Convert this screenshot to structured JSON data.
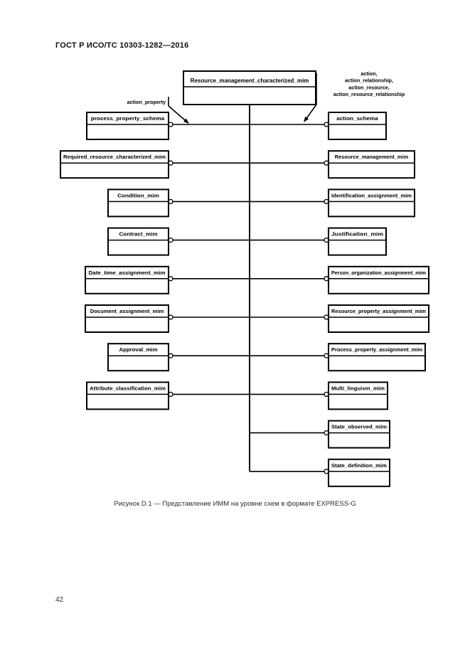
{
  "page": {
    "header": "ГОСТ Р ИСО/ТС 10303-1282—2016",
    "caption": "Рисунок D.1 — Представление ИММ на уровне схем в формате EXPRESS-G",
    "page_number": "42"
  },
  "colors": {
    "ink": "#000000",
    "paper": "#ffffff"
  },
  "diagram": {
    "type": "expressg-schema-diagram",
    "root_box": "Resource_management_characterized_mim",
    "left_annotation": "action_property",
    "right_annotation_lines": [
      "action,",
      "action_relationship,",
      "action_resource,",
      "action_resource_relationship"
    ],
    "left_boxes": [
      "process_property_schema",
      "Required_resource_characterized_mim",
      "Condition_mim",
      "Contract_mim",
      "Date_time_assignment_mim",
      "Document_assignment_mim",
      "Approval_mim",
      "Attribute_classification_mim"
    ],
    "right_boxes": [
      "action_schema",
      "Resource_management_mim",
      "Identification_assignment_mim",
      "Justification_mim",
      "Person_organization_assignment_mim",
      "Resource_property_assignment_mim",
      "Process_property_assignment_mim",
      "Multi_linguism_mim",
      "State_observed_mim",
      "State_definition_mim"
    ]
  }
}
